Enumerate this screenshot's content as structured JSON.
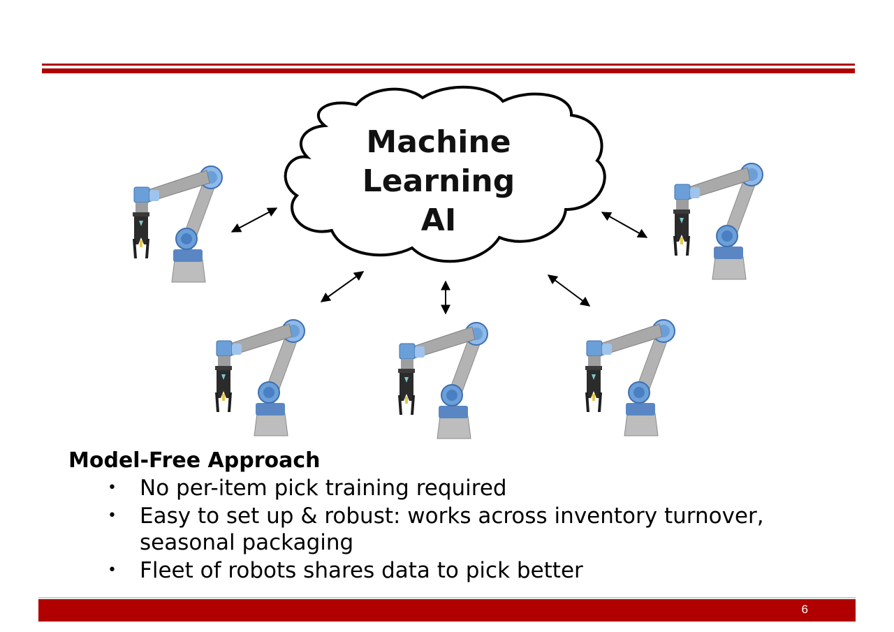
{
  "cloud": {
    "lines": [
      "Machine",
      "Learning",
      "AI"
    ]
  },
  "robots": [
    {
      "name": "robot-top-left"
    },
    {
      "name": "robot-top-right"
    },
    {
      "name": "robot-bottom-left"
    },
    {
      "name": "robot-bottom-center"
    },
    {
      "name": "robot-bottom-right"
    }
  ],
  "content": {
    "heading": "Model-Free Approach",
    "bullet_symbol": "•",
    "bullets": [
      "No per-item pick training required",
      "Easy to set up & robust: works across inventory turnover, seasonal packaging",
      "Fleet of robots shares data to pick better"
    ]
  },
  "footer": {
    "page_number": "6"
  },
  "colors": {
    "accent": "#b00000",
    "joint_blue": "#6b9fd8",
    "arm_gray": "#a9a9a9",
    "gripper_dark": "#2b2b2b"
  }
}
